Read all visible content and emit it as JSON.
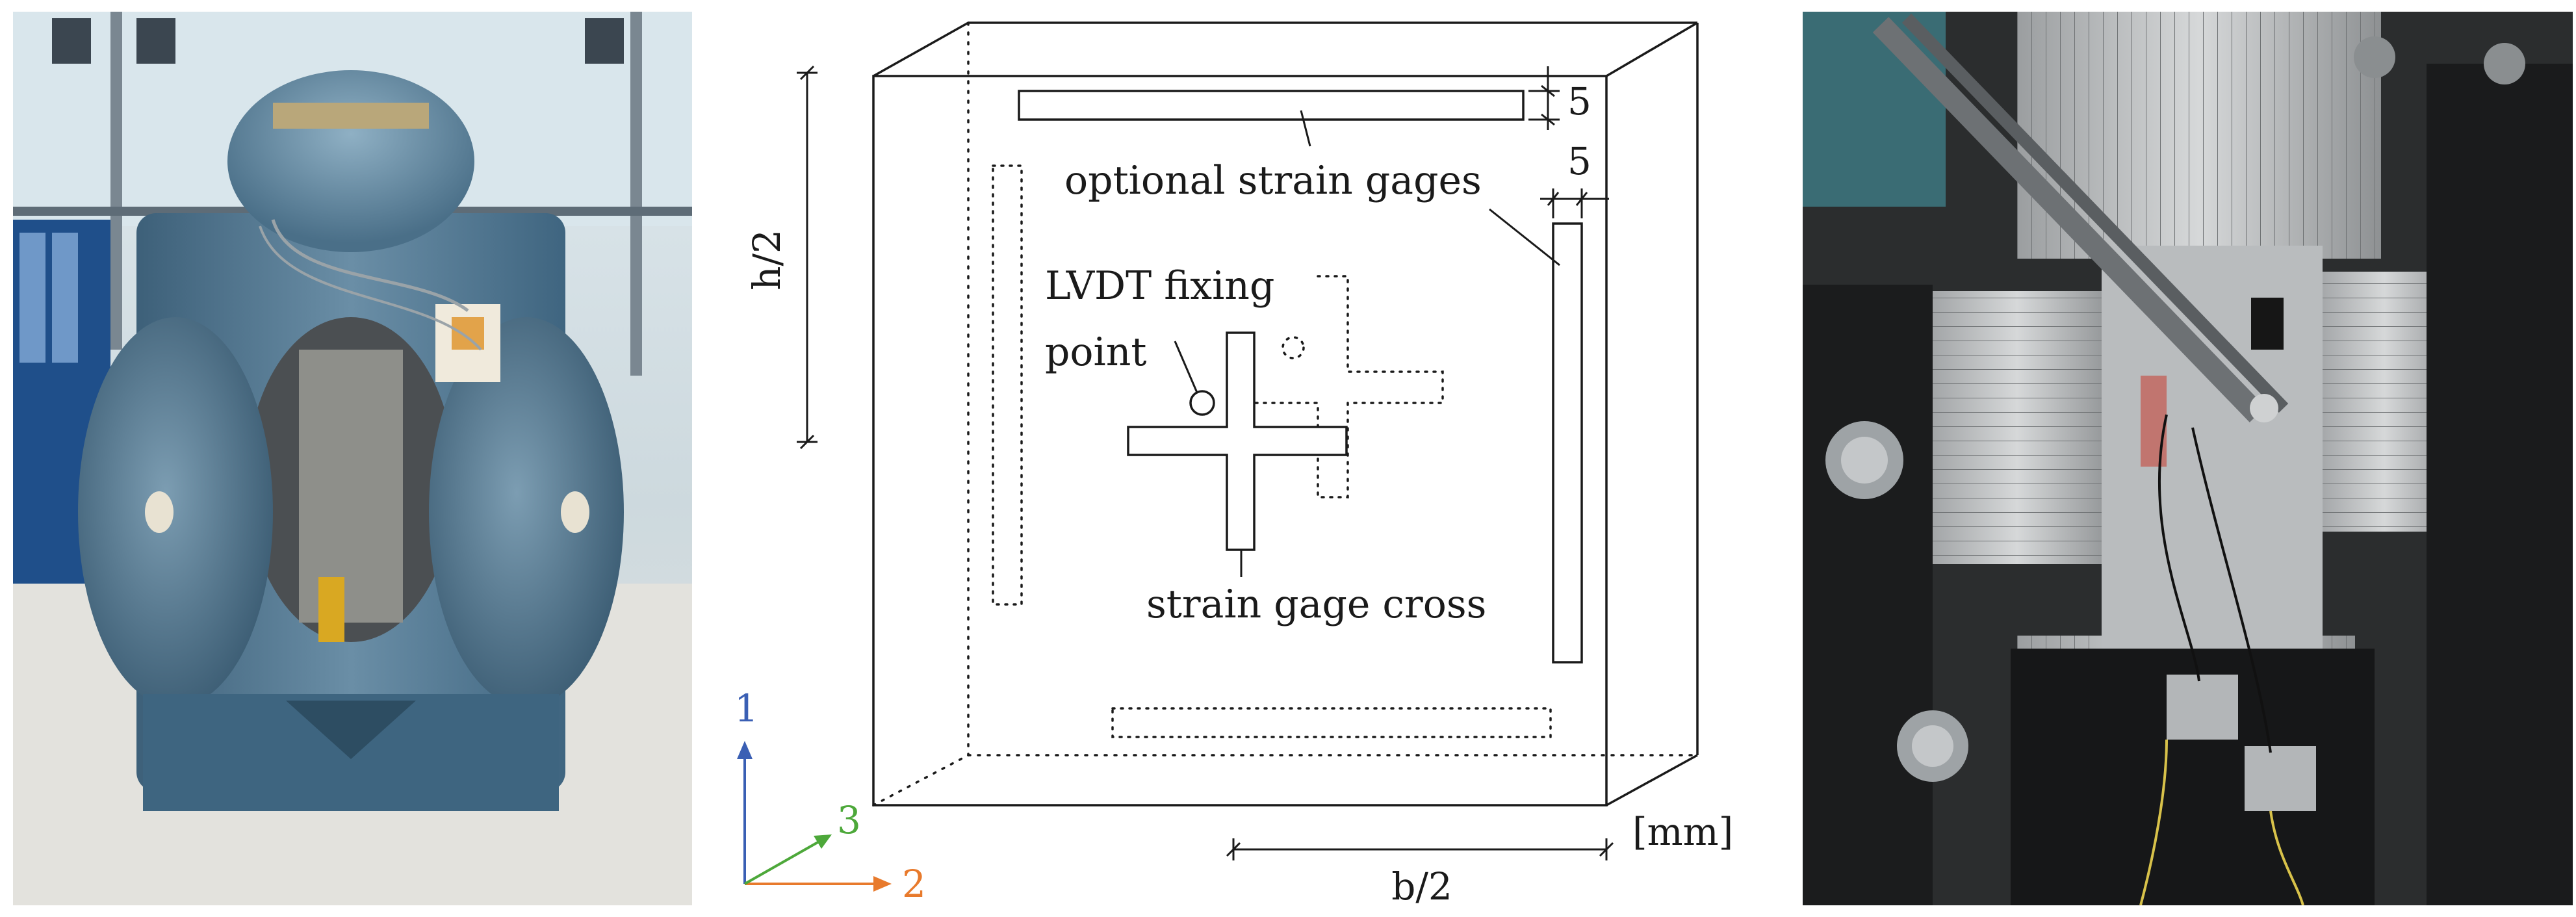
{
  "figure": {
    "left_photo": {
      "subject": "biaxial testing machine with blue frame and two large disc actuators"
    },
    "right_photo": {
      "subject": "cruciform steel specimen clamped in grips with strain gages and LVDT arm"
    },
    "diagram": {
      "dimension_top_gage": "5",
      "dimension_side_gage": "5",
      "label_optional_gages": "optional strain gages",
      "label_lvdt_line1": "LVDT fixing",
      "label_lvdt_line2": "point",
      "label_gage_cross": "strain gage cross",
      "label_height": "h/2",
      "label_width": "b/2",
      "label_units": "[mm]",
      "axes": [
        {
          "label": "1",
          "color": "#3a5fb4"
        },
        {
          "label": "2",
          "color": "#e87a2c"
        },
        {
          "label": "3",
          "color": "#4da83a"
        }
      ]
    }
  }
}
